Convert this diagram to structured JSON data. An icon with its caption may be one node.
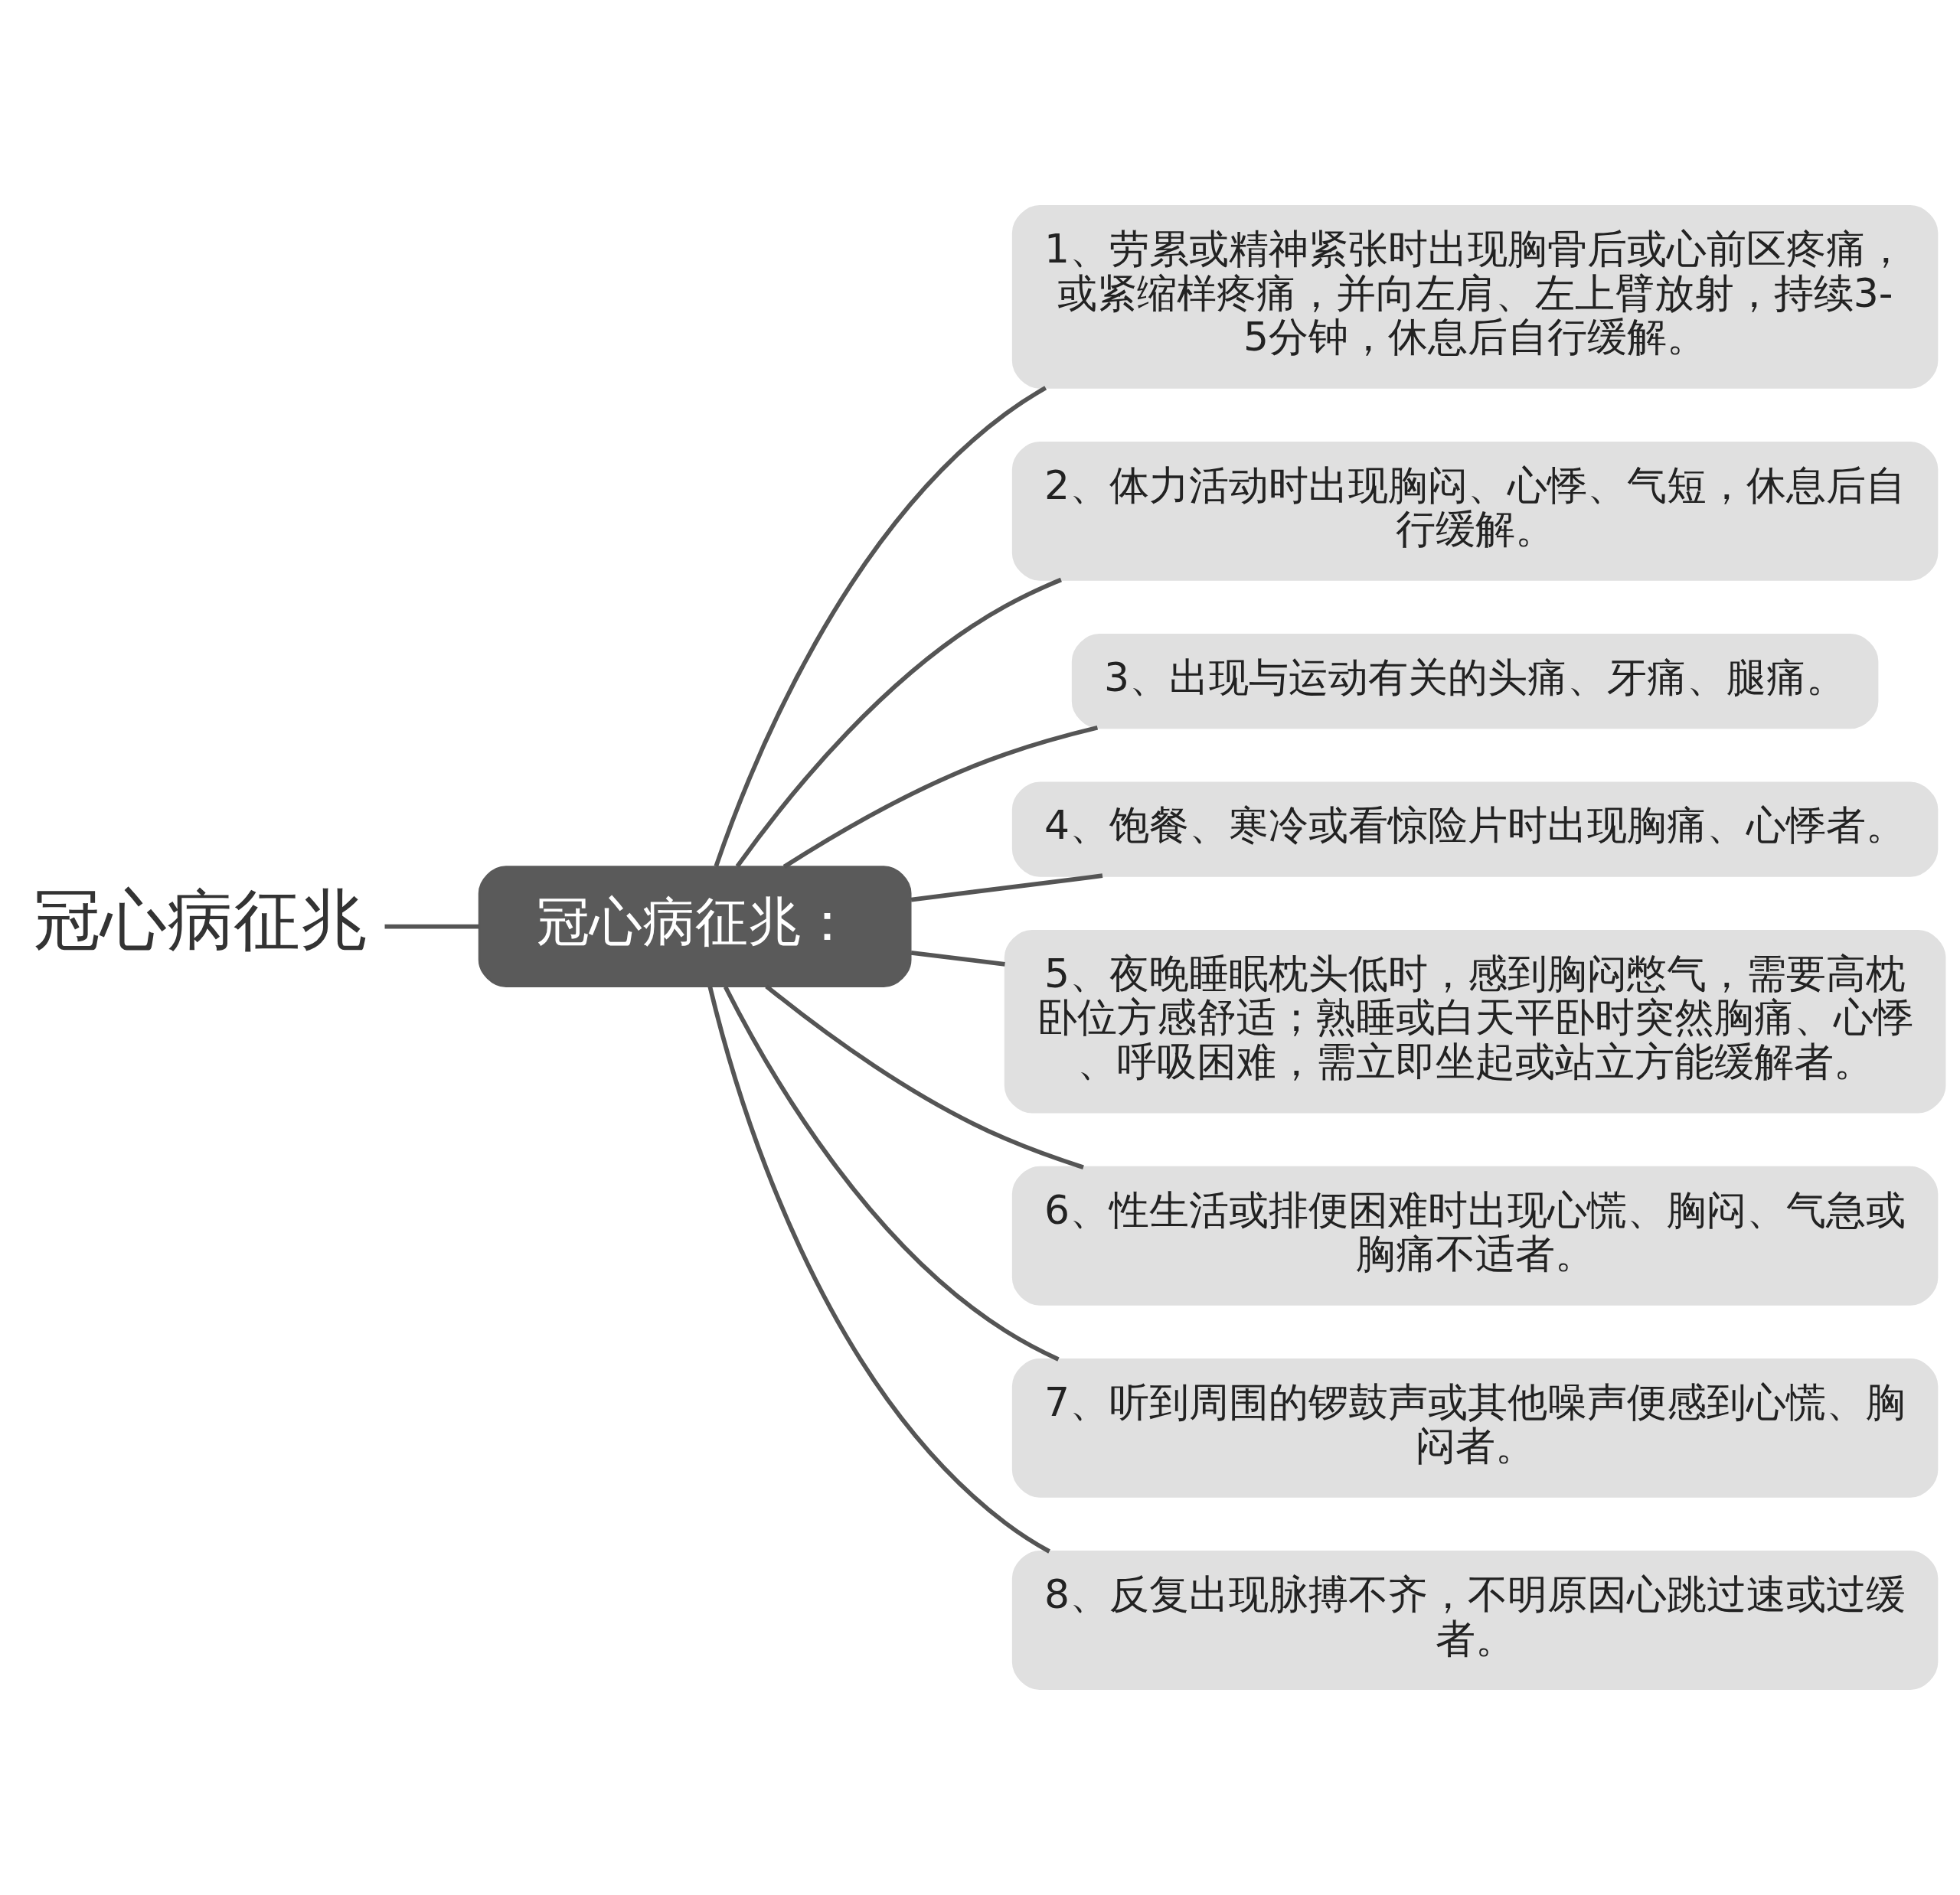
{
  "diagram": {
    "nodes": [
      {
        "text": [
          "冠心病征兆"
        ]
      },
      {
        "text": [
          "冠心病征兆："
        ]
      },
      {
        "text": [
          "1、劳累或精神紧张时出现胸骨后或心前区疼痛，或紧缩样疼痛，并向左肩、左上臂放射，持续3-5分钟，休息后自行缓解。"
        ]
      },
      {
        "text": [
          "2、体力活动时出现胸闷、心悸、气短，休息后自行缓解。"
        ]
      },
      {
        "text": [
          "3、出现与运动有关的头痛、牙痛、腿痛。"
        ]
      },
      {
        "text": [
          "4、饱餐、寒冷或看惊险片时出现胸痛、心悸者。"
        ]
      },
      {
        "text": [
          "5、夜晚睡眠枕头低时，感到胸闷憋气，需要高枕卧位方感舒适；熟睡或白天平卧时突然胸痛、心悸、呼吸困难，需立即坐起或站立方能缓解者。"
        ]
      },
      {
        "text": [
          "6、性生活或排便困难时出现心慌、胸闷、气急或胸痛不适者。"
        ]
      },
      {
        "text": [
          "7、听到周围的锣鼓声或其他噪声便感到心慌、胸闷者。"
        ]
      },
      {
        "text": [
          "8、反复出现脉搏不齐，不明原因心跳过速或过缓者。"
        ]
      }
    ],
    "edges": [
      {
        "from": 0,
        "to": 1,
        "arrow": "none"
      },
      {
        "from": 1,
        "to": 2,
        "arrow": "none"
      },
      {
        "from": 1,
        "to": 3,
        "arrow": "none"
      },
      {
        "from": 1,
        "to": 4,
        "arrow": "none"
      },
      {
        "from": 1,
        "to": 5,
        "arrow": "none"
      },
      {
        "from": 1,
        "to": 6,
        "arrow": "none"
      },
      {
        "from": 1,
        "to": 7,
        "arrow": "none"
      },
      {
        "from": 1,
        "to": 8,
        "arrow": "none"
      },
      {
        "from": 1,
        "to": 9,
        "arrow": "none"
      }
    ]
  }
}
